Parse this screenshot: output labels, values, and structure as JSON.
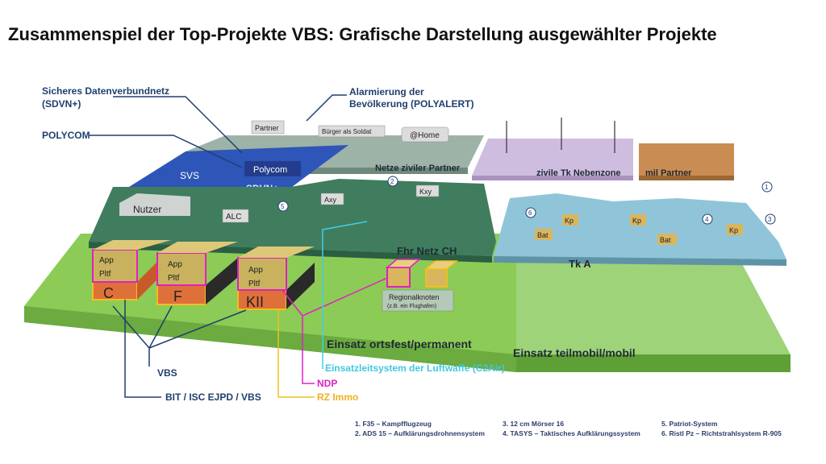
{
  "title": "Zusammenspiel der Top-Projekte VBS: Grafische Darstellung ausgewählter Projekte",
  "callouts": {
    "sdvn_line1": "Sicheres Datenverbundnetz",
    "sdvn_line2": "(SDVN+)",
    "polycom": "POLYCOM",
    "polyalert_line1": "Alarmierung der",
    "polyalert_line2": "Bevölkerung (POLYALERT)",
    "vbs": "VBS",
    "bit": "BIT / ISC EJPD / VBS",
    "ndp": "NDP",
    "rz_immo": "RZ Immo",
    "c2air": "Einsatzleitsystem der Luftwaffe (C2Air)"
  },
  "platform_labels": {
    "partner": "Partner",
    "buerger": "Bürger als Soldat",
    "home": "@Home",
    "netze_ziviler": "Netze ziviler Partner",
    "zivile_tk": "zivile Tk Nebenzone",
    "mil_partner": "mil Partner",
    "svs": "SVS",
    "polycom_box": "Polycom",
    "sdvn_plus": "SDVN+",
    "nutzer": "Nutzer",
    "alc": "ALC",
    "axy": "Axy",
    "kxy": "Kxy",
    "fhr_netz": "Fhr Netz CH",
    "tk_a": "Tk A",
    "kp": "Kp",
    "bat": "Bat",
    "regional_line1": "Regionalknoten",
    "regional_line2": "(z.B. ein Flughafen)",
    "einsatz_fix": "Einsatz ortsfest/permanent",
    "einsatz_mobil": "Einsatz teilmobil/mobil"
  },
  "datacenters": {
    "app": "App",
    "pltf": "Pltf",
    "c": "C",
    "f": "F",
    "k2": "KII"
  },
  "markers": [
    "1",
    "2",
    "3",
    "4",
    "5",
    "6"
  ],
  "legend": {
    "col1": [
      "1.  F35 – Kampfflugzeug",
      "2. ADS 15 – Aufklärungsdrohnensystem"
    ],
    "col2": [
      "3. 12 cm Mörser 16",
      "4. TASYS – Taktisches Aufklärungssystem"
    ],
    "col3": [
      "5. Patriot-System",
      "6. Ristl Pz – Richtstrahlsystem R-905"
    ]
  },
  "colors": {
    "green_base": "#7cc24c",
    "fhr_green": "#3f7a5c",
    "tk_blue": "#8fc4d8",
    "sdvn_blue": "#2f55b8",
    "zivil_purple": "#c9b3dc",
    "mil_brown": "#c8894a",
    "netze_grey": "#8fa59a",
    "ndp_magenta": "#e020c0",
    "rz_yellow": "#f0c020",
    "c2air_cyan": "#40d0e8",
    "callout_navy": "#1f3f6e",
    "rz_orange": "#e0703a",
    "app_tan": "#c9b25e"
  }
}
